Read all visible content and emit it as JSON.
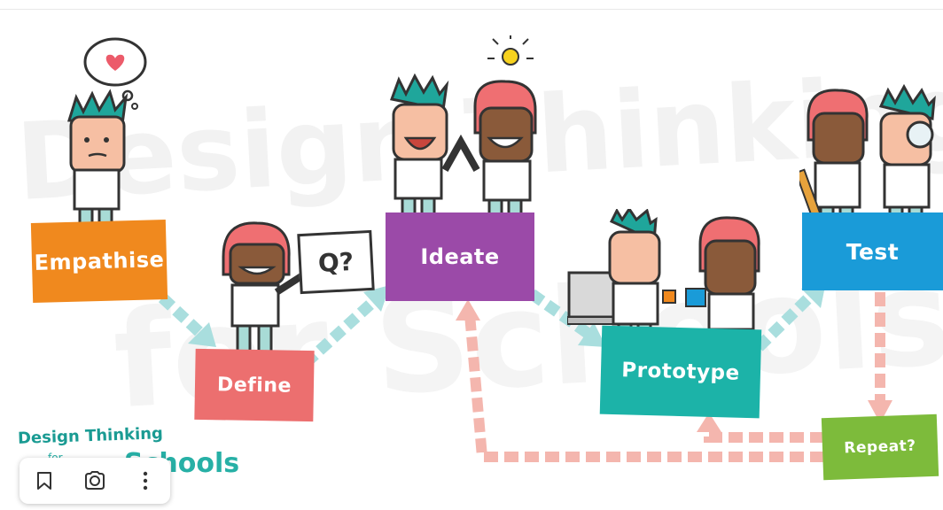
{
  "watermark": {
    "line1": "Design Thinking",
    "line2": "for Schools"
  },
  "stages": {
    "empathise": "Empathise",
    "define": "Define",
    "ideate": "Ideate",
    "prototype": "Prototype",
    "test": "Test",
    "repeat": "Repeat?"
  },
  "sign": {
    "question": "Q?"
  },
  "logo": {
    "line1": "Design Thinking",
    "for_text": "for",
    "line2": "Schools"
  },
  "toolbar": {
    "bookmark_icon": "bookmark-icon",
    "camera_icon": "lens-icon",
    "more_icon": "more-vert-icon"
  },
  "colors": {
    "empathise": "#f0891e",
    "define": "#ec6f6f",
    "ideate": "#9b4aa8",
    "prototype": "#1cb3a8",
    "test": "#1a9bd8",
    "repeat": "#7dbb3b",
    "arrow_forward": "#a9dede",
    "arrow_loop": "#f4b6ae"
  }
}
